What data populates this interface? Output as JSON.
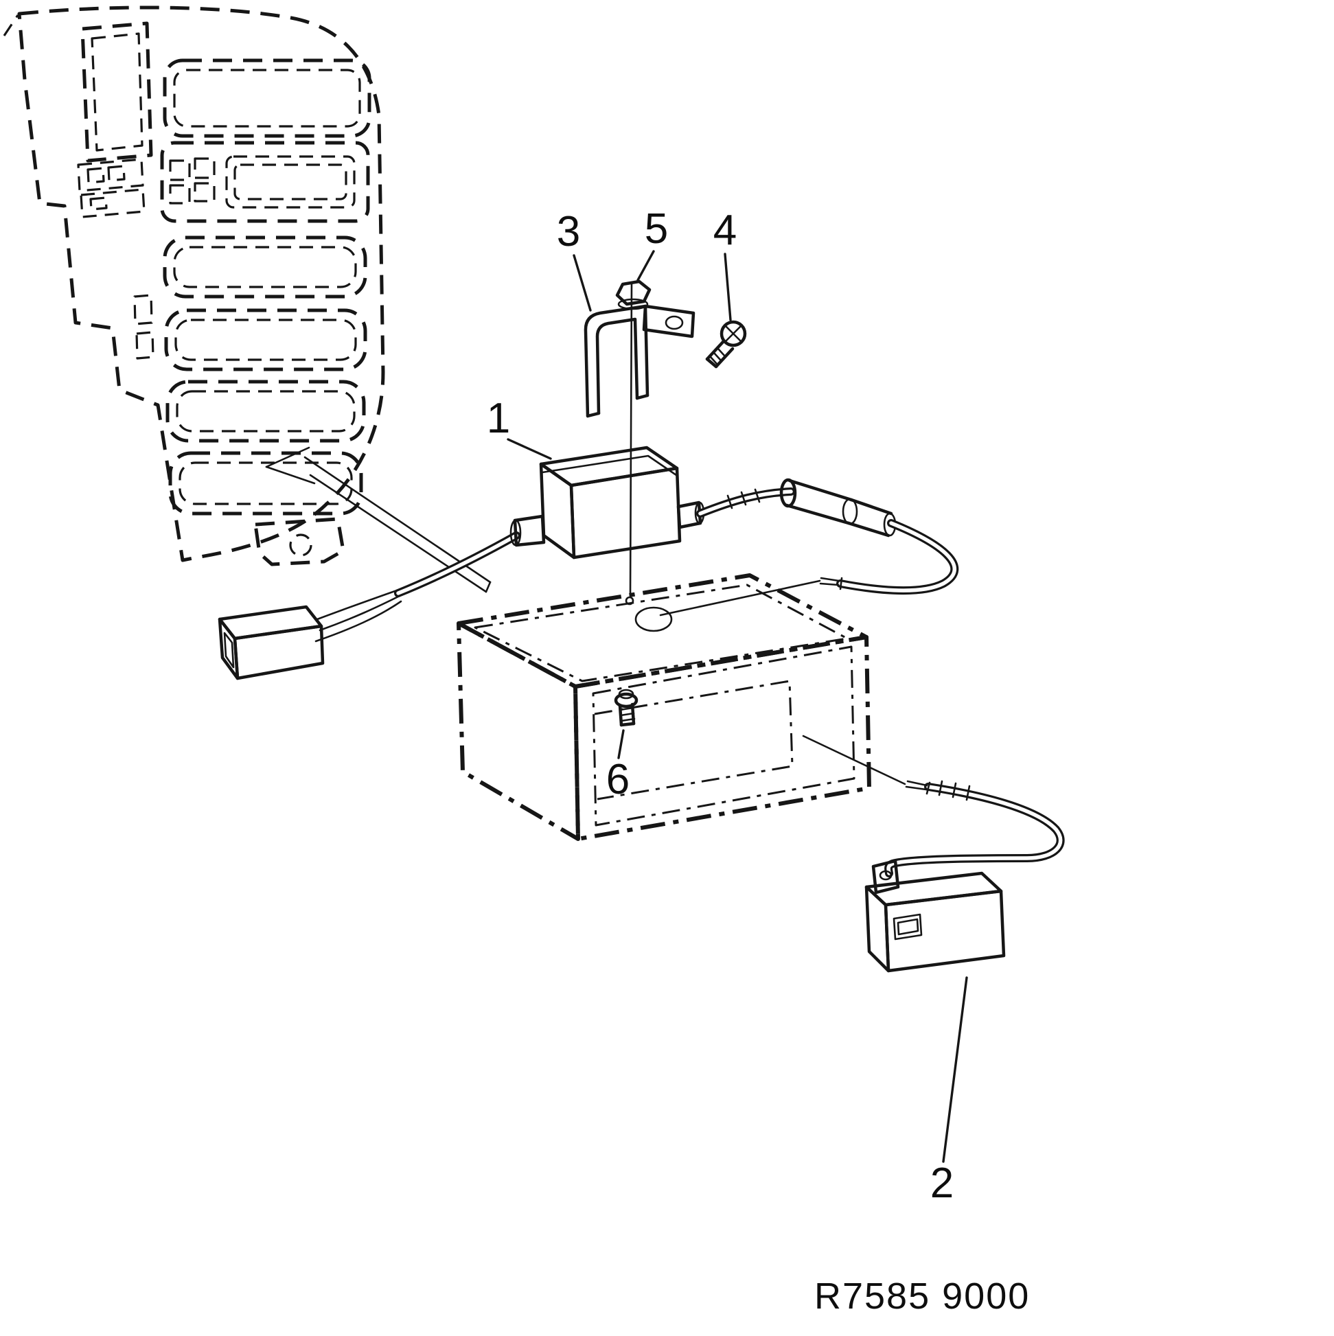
{
  "figure": {
    "drawing_code": "R7585 9000",
    "callouts": {
      "c1": "1",
      "c2": "2",
      "c3": "3",
      "c4": "4",
      "c5": "5",
      "c6": "6"
    },
    "colors": {
      "ink": "#161616",
      "paper": "#ffffff"
    }
  }
}
